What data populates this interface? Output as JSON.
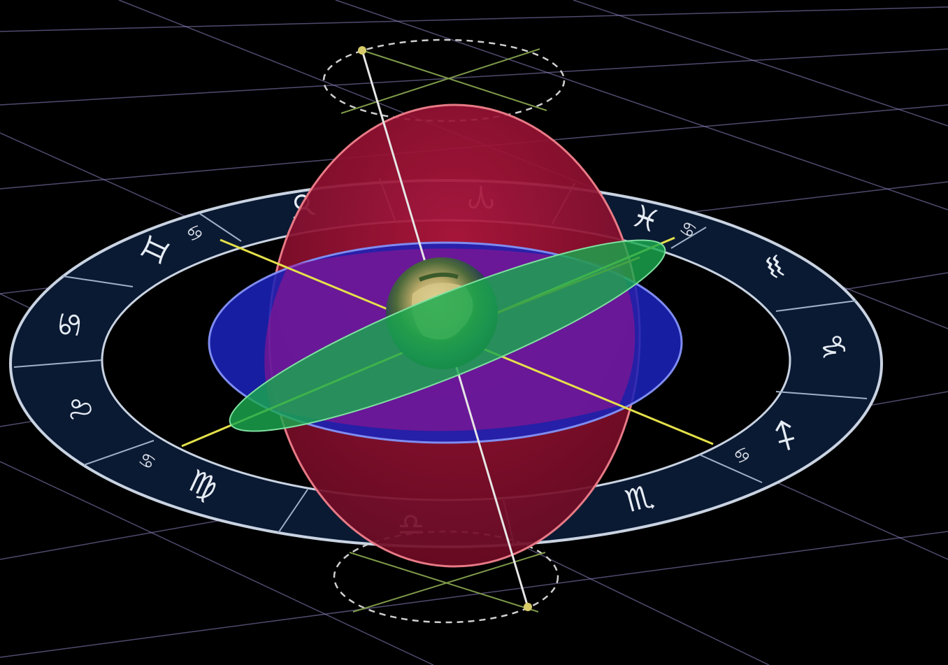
{
  "zodiac_ring": {
    "signs": [
      {
        "name": "aries",
        "symbol": "♈"
      },
      {
        "name": "taurus",
        "symbol": "♉"
      },
      {
        "name": "gemini",
        "symbol": "♊"
      },
      {
        "name": "cancer",
        "symbol": "♋"
      },
      {
        "name": "leo",
        "symbol": "♌"
      },
      {
        "name": "virgo",
        "symbol": "♍"
      },
      {
        "name": "libra",
        "symbol": "♎"
      },
      {
        "name": "scorpio",
        "symbol": "♏"
      },
      {
        "name": "sagittarius",
        "symbol": "♐"
      },
      {
        "name": "capricorn",
        "symbol": "♑"
      },
      {
        "name": "aquarius",
        "symbol": "♒"
      },
      {
        "name": "pisces",
        "symbol": "♓"
      }
    ],
    "small_glyphs": [
      "♋",
      "♋",
      "♋",
      "♋"
    ]
  },
  "colors": {
    "background": "#000000",
    "grid": "#8f88c8",
    "ring_fill": "#0b1a33",
    "ring_stroke": "#c9d3e2",
    "meridian_plane": "#a0123a",
    "equator_plane": "#1a22b8",
    "horizon_plane": "#1aa84e",
    "axis_line": "#e0e0e0",
    "cross_line": "#e4e04a"
  },
  "icons": [
    "earth-globe-icon",
    "north-pole-marker-icon",
    "south-pole-marker-icon"
  ]
}
